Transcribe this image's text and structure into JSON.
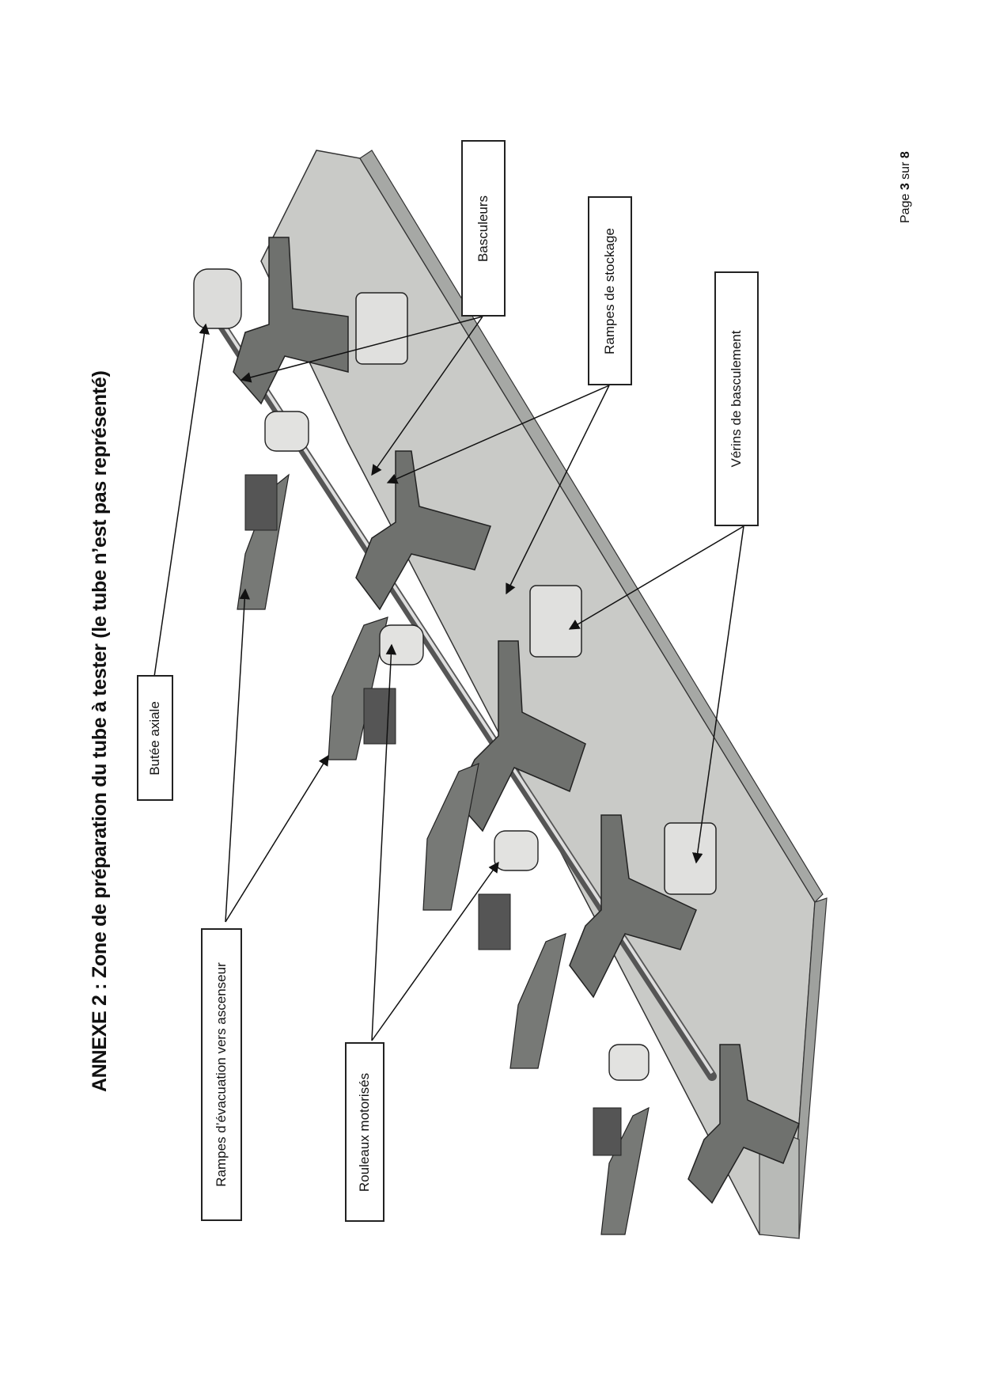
{
  "page": {
    "title": "ANNEXE 2 : Zone de préparation du tube à tester (le tube n’est pas représenté)",
    "page_number": {
      "prefix": "Page",
      "current": "3",
      "sep": "sur",
      "total": "8"
    }
  },
  "labels": {
    "basculeurs": "Basculeurs",
    "rampes_stockage": "Rampes de stockage",
    "verins": "Vérins de basculement",
    "butee": "Butée axiale",
    "rampes_evacuation": "Rampes d’évacuation vers ascenseur",
    "rouleaux": "Rouleaux  motorisés"
  },
  "colors": {
    "frame": "#c8c9c6",
    "frame_dark": "#8e908d",
    "part_dark": "#6f716e",
    "part_light": "#e4e4e2",
    "outline": "#1a1a1a"
  }
}
